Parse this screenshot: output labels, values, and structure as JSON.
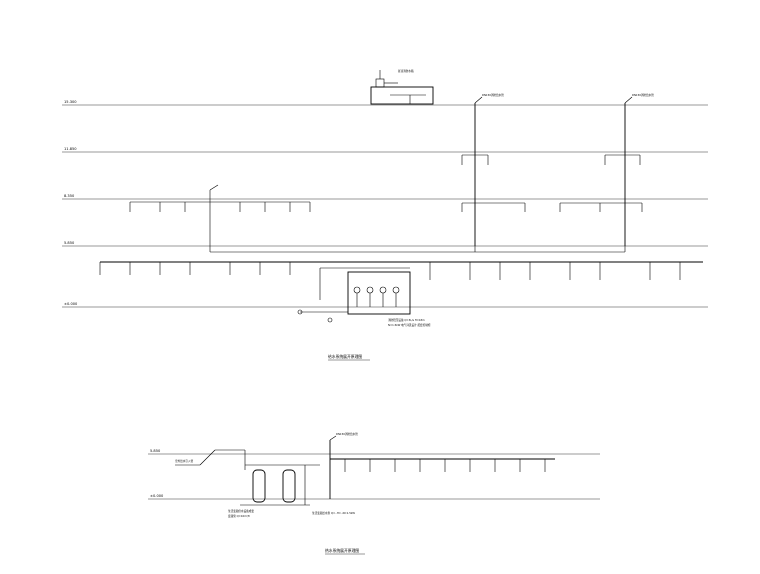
{
  "upper_diagram": {
    "levels": [
      "15.300",
      "11.850",
      "8.350",
      "5.850",
      "±0.000"
    ],
    "roof_equipment_label": "屋顶消防水箱",
    "riser_top_labels": [
      "DN150消防给水管",
      "DN150消防给水管"
    ],
    "pump_note_lines": [
      "消防稳压设备 Q=3L/s H=43m",
      "N=1.5kW 电气详见设计 配套控制柜"
    ],
    "caption": "给水系统展开原理图"
  },
  "lower_diagram": {
    "levels": [
      "5.850",
      "±0.000"
    ],
    "riser_top_label": "DN150消防给水管",
    "left_label": "室外给水引入管",
    "bottom_left_labels": [
      "生活变频供水设备成套",
      "变频泵 Q=10m³/h"
    ],
    "bottom_note": "生活变频给水泵 Q=..H=..N=1.5kW",
    "caption": "热水系统展开原理图"
  }
}
